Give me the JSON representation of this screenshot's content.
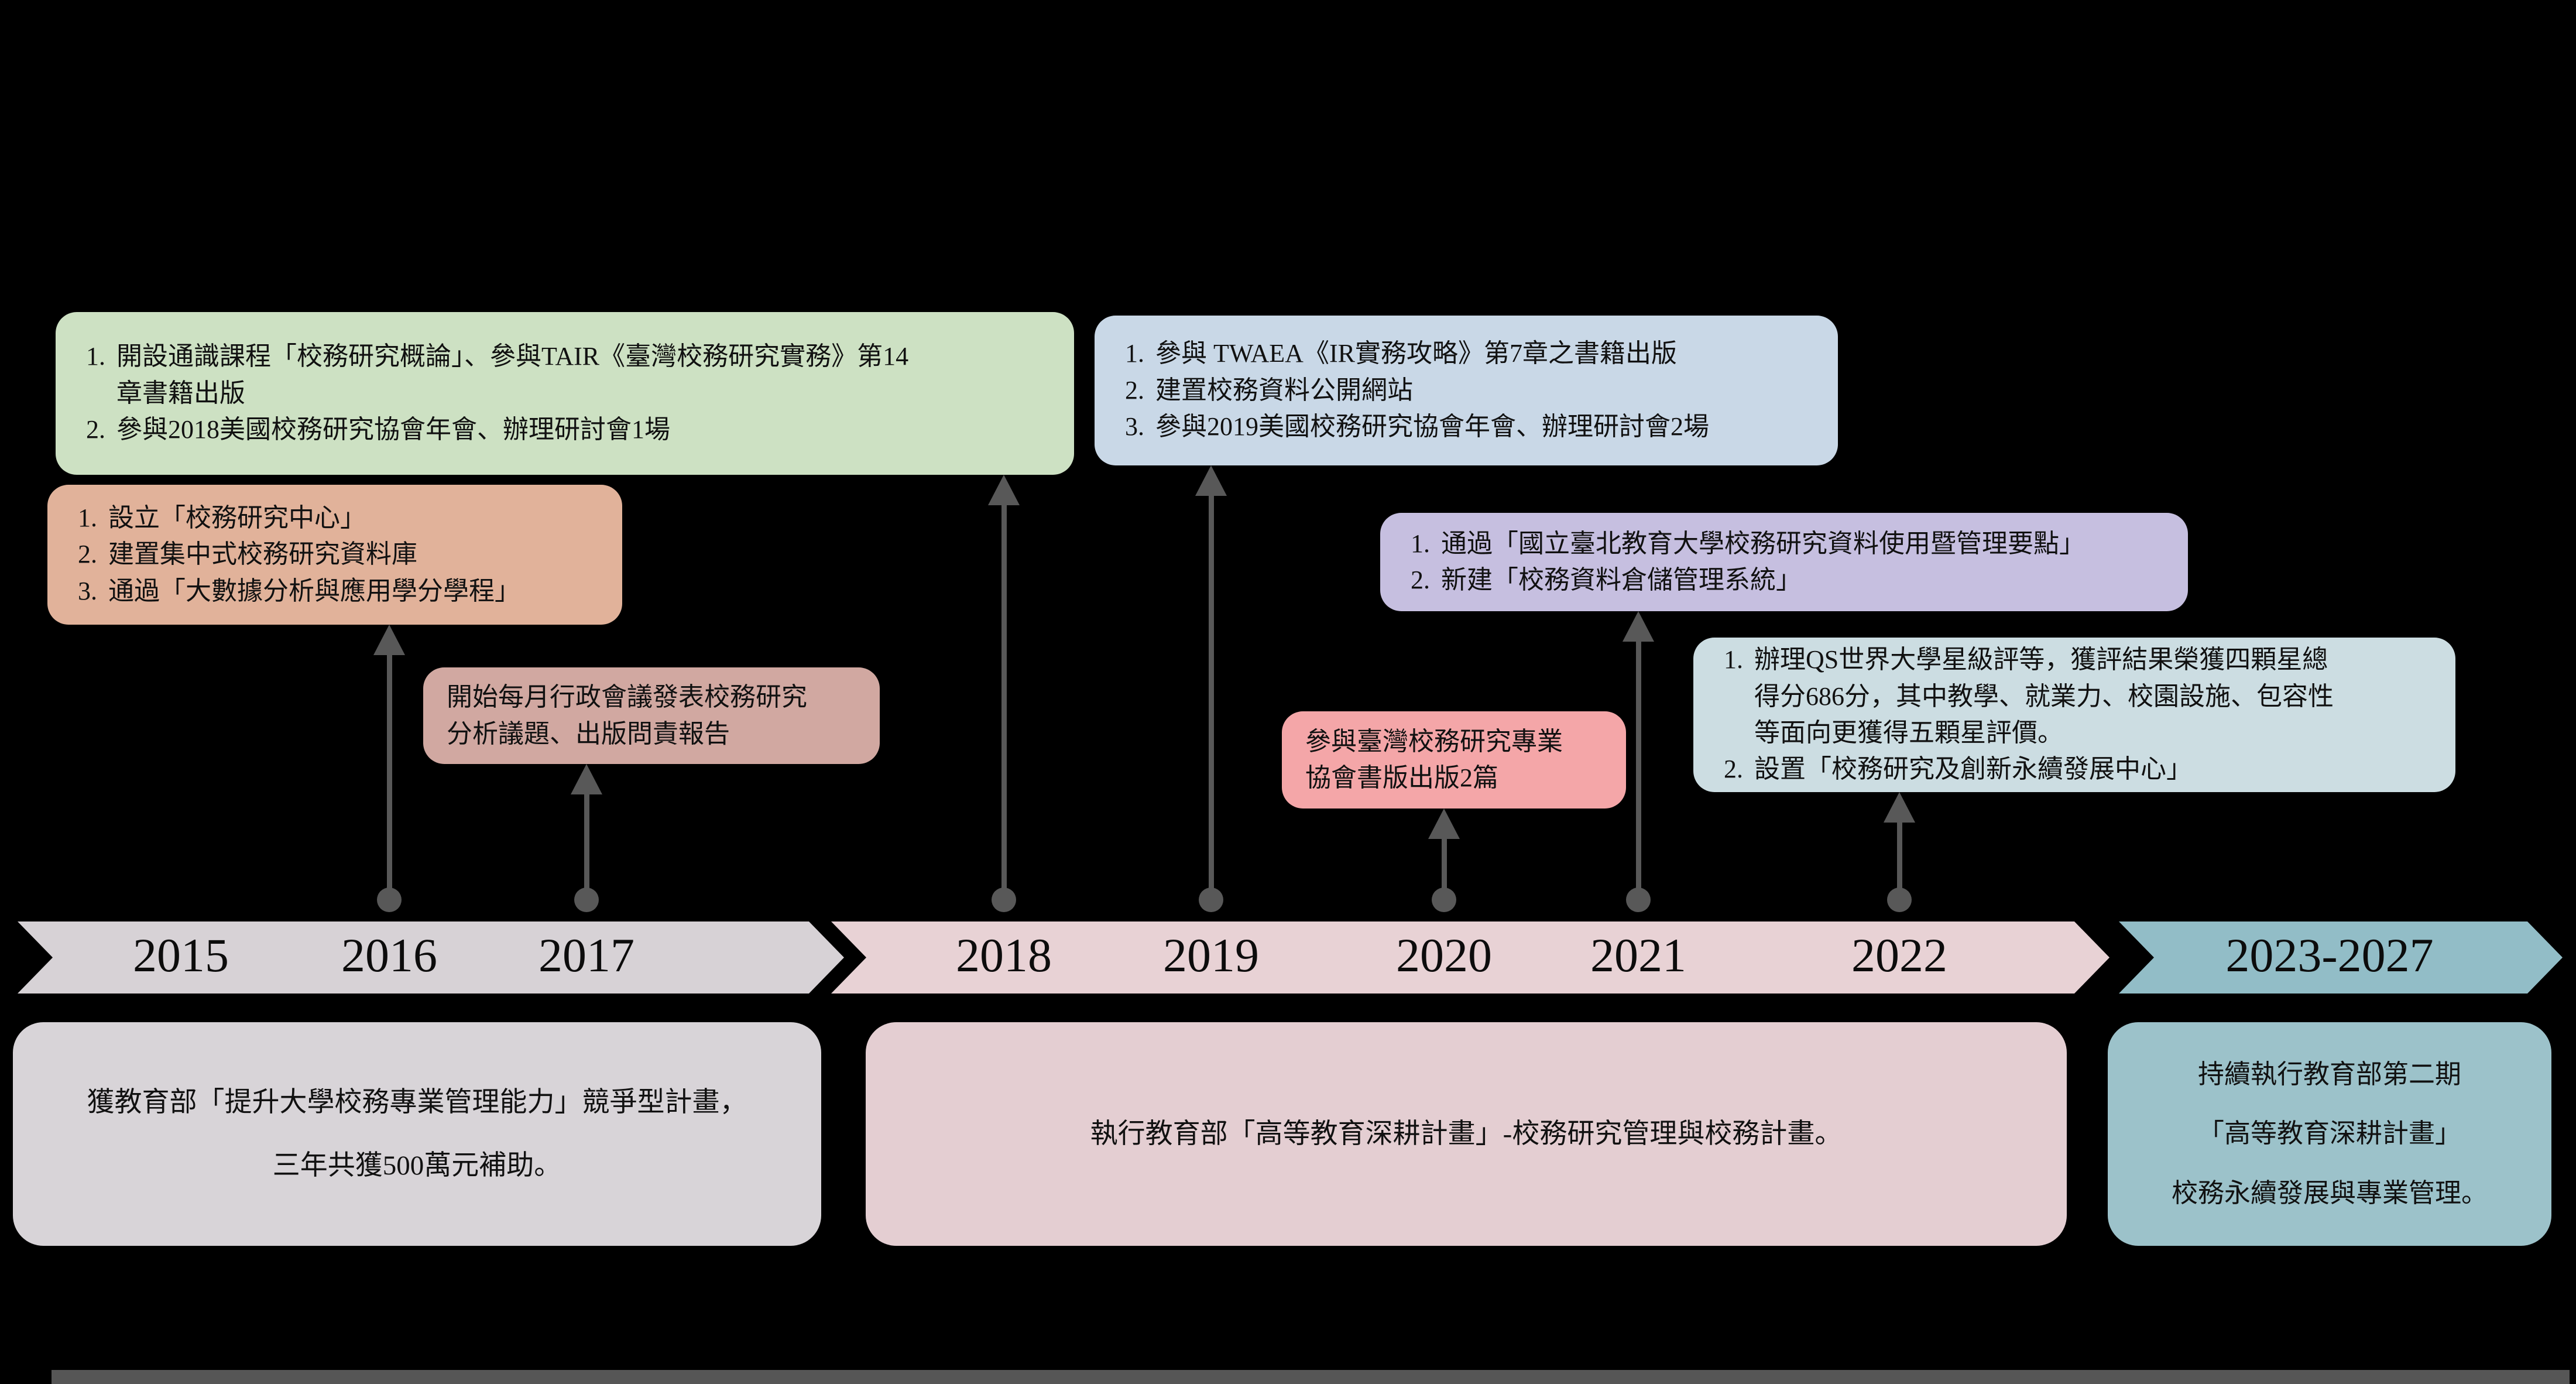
{
  "background_color": "#000000",
  "accent_colors": {
    "callout_2018": "#cde1c3",
    "callout_2016": "#e1b29a",
    "callout_2017": "#d1a8a1",
    "callout_2019": "#c9d8e7",
    "callout_2021": "#c6bfe0",
    "callout_2020": "#f4a6a8",
    "callout_2022": "#ccdde2",
    "band_2015_2017": "#d7d2d6",
    "band_2018_2022": "#e8d2d5",
    "band_2023_2027": "#92bdc7",
    "note_2015_2017": "#d8d4d8",
    "note_2018_2022": "#e4ced2",
    "note_2023_2027": "#9cc2ca",
    "connector": "#585858"
  },
  "callouts": {
    "y2016": {
      "items": [
        "設立「校務研究中心」",
        "建置集中式校務研究資料庫",
        "通過「大數據分析與應用學分學程」"
      ]
    },
    "y2017": {
      "lines": [
        "開始每月行政會議發表校務研究",
        "分析議題、出版問責報告"
      ]
    },
    "y2018": {
      "items": [
        [
          "開設通識課程「校務研究概論」、參與TAIR《臺灣校務研究實務》第14",
          "章書籍出版"
        ],
        "參與2018美國校務研究協會年會、辦理研討會1場"
      ]
    },
    "y2019": {
      "items": [
        "參與 TWAEA《IR實務攻略》第7章之書籍出版",
        "建置校務資料公開網站",
        "參與2019美國校務研究協會年會、辦理研討會2場"
      ]
    },
    "y2020": {
      "lines": [
        "參與臺灣校務研究專業",
        "協會書版出版2篇"
      ]
    },
    "y2021": {
      "items": [
        "通過「國立臺北教育大學校務研究資料使用暨管理要點」",
        "新建「校務資料倉儲管理系統」"
      ]
    },
    "y2022": {
      "items": [
        [
          "辦理QS世界大學星級評等，獲評結果榮獲四顆星總",
          "得分686分，其中教學、就業力、校園設施、包容性",
          "等面向更獲得五顆星評價。"
        ],
        "設置「校務研究及創新永續發展中心」"
      ]
    }
  },
  "timeline": {
    "bands": [
      {
        "name": "2015-2017",
        "years": [
          "2015",
          "2016",
          "2017"
        ]
      },
      {
        "name": "2018-2022",
        "years": [
          "2018",
          "2019",
          "2020",
          "2021",
          "2022"
        ]
      },
      {
        "name": "2023-2027",
        "years": [
          "2023-2027"
        ]
      }
    ]
  },
  "notes": {
    "n2015": {
      "lines": [
        "獲教育部「提升大學校務專業管理能力」競爭型計畫，",
        "三年共獲500萬元補助。"
      ]
    },
    "n2018": {
      "lines": [
        "執行教育部「高等教育深耕計畫」-校務研究管理與校務計畫。"
      ]
    },
    "n2023": {
      "lines": [
        "持續執行教育部第二期",
        "「高等教育深耕計畫」",
        "校務永續發展與專業管理。"
      ]
    }
  }
}
